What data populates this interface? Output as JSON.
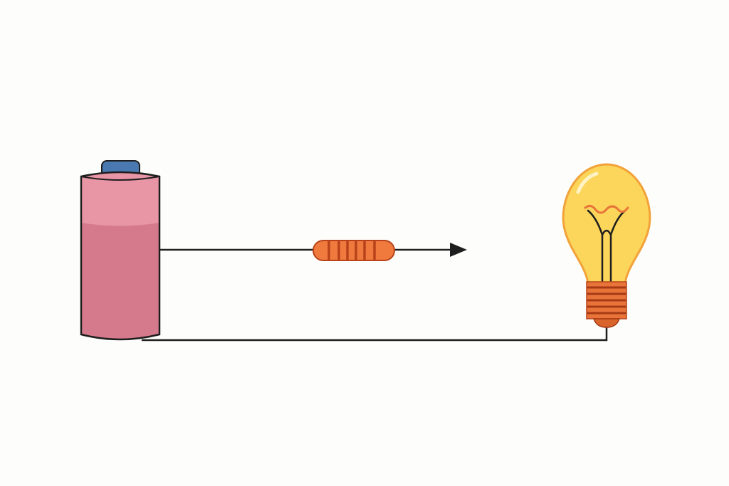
{
  "diagram": {
    "components": [
      {
        "name": "battery",
        "icon": "battery-icon"
      },
      {
        "name": "resistor",
        "icon": "resistor-icon"
      },
      {
        "name": "light-bulb",
        "icon": "light-bulb-icon"
      }
    ],
    "colors": {
      "background": "#fdfdfb",
      "wire": "#1e1e1e",
      "battery_top": "#e58fa0",
      "battery_bottom": "#d47a8c",
      "battery_terminal": "#4a78b0",
      "resistor_body": "#f07a3e",
      "resistor_band": "#b8431a",
      "bulb_glass": "#fbd65a",
      "bulb_glass_outline": "#f2a23a",
      "bulb_base": "#e8743a",
      "filament": "#1e1e1e"
    }
  }
}
